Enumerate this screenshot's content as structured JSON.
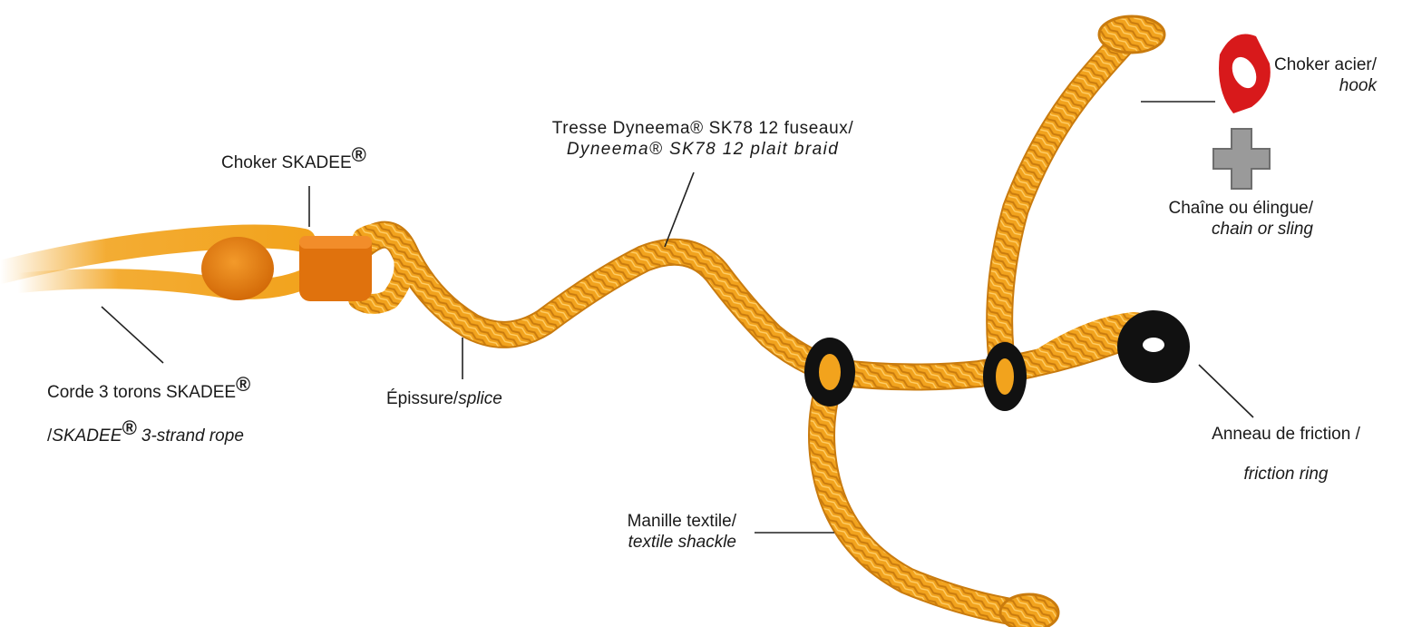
{
  "labels": {
    "choker_skadee": {
      "text": "Choker SKADEE",
      "reg": "®"
    },
    "tresse": {
      "line1": "Tresse Dyneema® SK78 12 fuseaux/",
      "line2": "Dyneema® SK78 12 plait braid"
    },
    "choker_acier": {
      "line1": "Choker acier/",
      "line2": "hook"
    },
    "chaine": {
      "line1": "Chaîne ou élingue/",
      "line2": "chain or sling"
    },
    "corde": {
      "line1": "Corde 3 torons SKADEE",
      "reg1": "®",
      "line2_prefix": "/",
      "line2_brand": "SKADEE",
      "reg2": "®",
      "line2_rest": " 3-strand rope"
    },
    "epissure": {
      "text": "Épissure/",
      "italic": "splice"
    },
    "manille": {
      "line1": "Manille textile/",
      "line2": "textile shackle"
    },
    "anneau": {
      "line1": "Anneau de friction /",
      "line2": "friction ring"
    }
  },
  "colors": {
    "rope": "#f2a31d",
    "rope_dark": "#c97b0e",
    "rope_light": "#ffcf6a",
    "choker_body": "#e0720d",
    "ring": "#111111",
    "hook": "#d8191b",
    "plus": "#9a9a9a",
    "leader": "#222222"
  },
  "icons": [
    "plus-icon",
    "steel-hook-icon",
    "friction-ring-icon",
    "skadee-choker-icon"
  ]
}
